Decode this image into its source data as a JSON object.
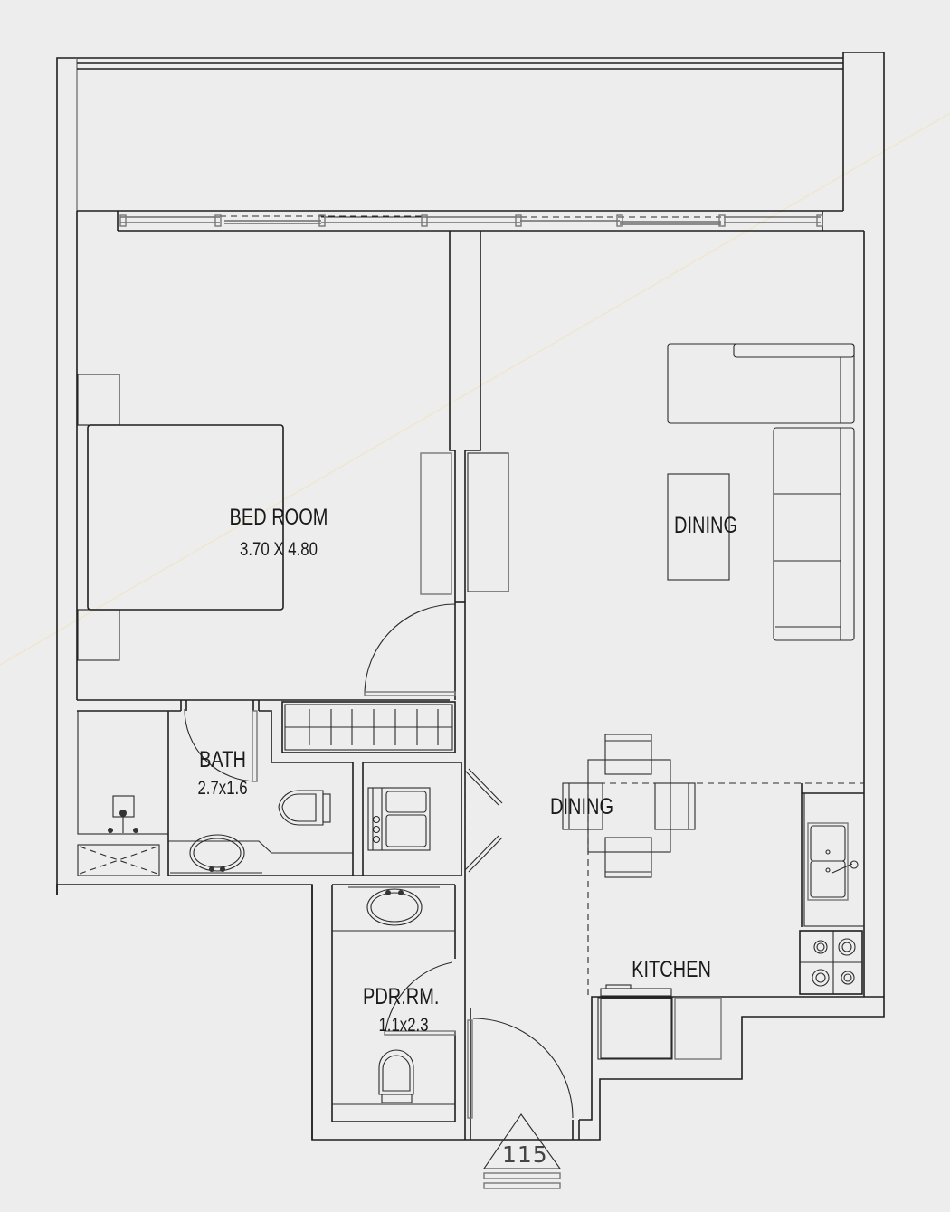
{
  "plan": {
    "type": "apartment floor plan",
    "unit_number": "115",
    "colors": {
      "background": "#ededed",
      "lines": "#1e1e1e",
      "guide_line": "#efe6c8"
    }
  },
  "rooms": {
    "bedroom": {
      "name": "BED ROOM",
      "size": "3.70 X 4.80"
    },
    "living_dining": {
      "name": "DINING"
    },
    "dining": {
      "name": "DINING"
    },
    "bath": {
      "name": "BATH",
      "size": "2.7x1.6"
    },
    "powder_room": {
      "name": "PDR.RM.",
      "size": "1.1x2.3"
    },
    "kitchen": {
      "name": "KITCHEN"
    }
  },
  "fixtures": [
    "balcony",
    "sliding-windows",
    "double-bed",
    "nightstands",
    "wardrobes",
    "l-shaped-sofa",
    "dining-table-4-chairs",
    "coffee-table",
    "bathtub-shower",
    "toilet",
    "washbasin",
    "washer-dryer",
    "double-sink",
    "4-burner-hob",
    "refrigerator",
    "entry-door"
  ]
}
